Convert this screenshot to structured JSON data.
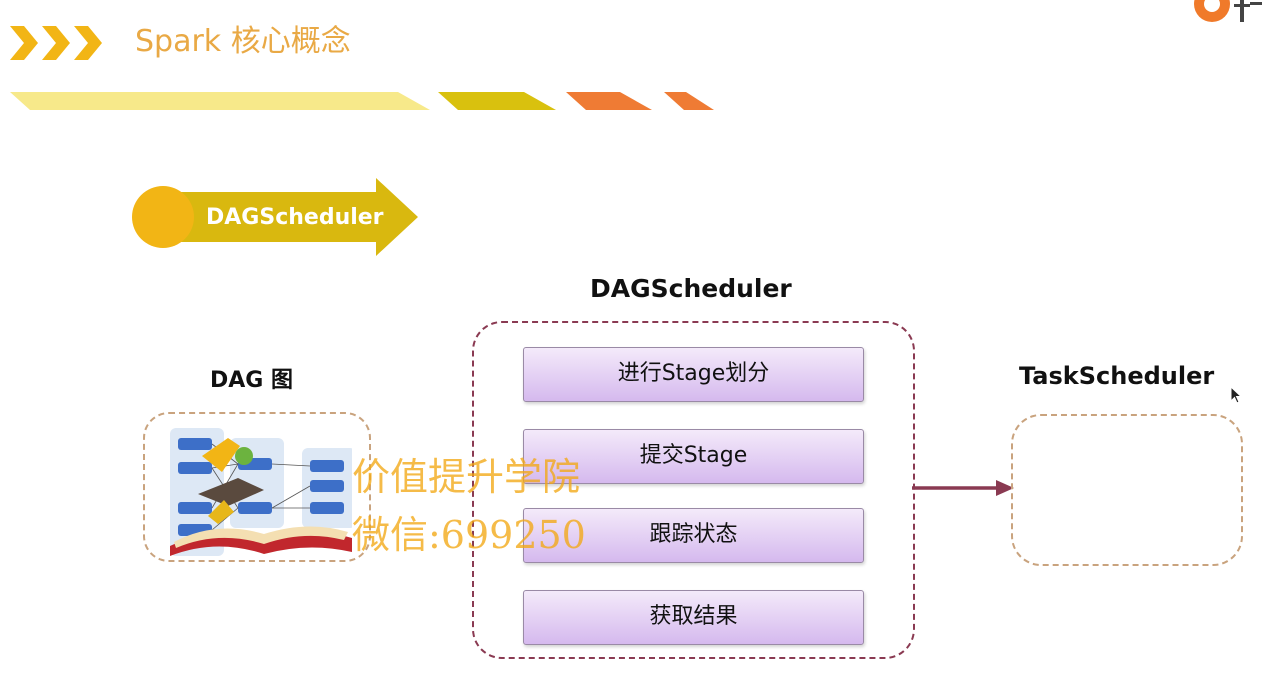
{
  "slide": {
    "title": "Spark 核心概念",
    "section_label": "DAGScheduler"
  },
  "dag": {
    "title": "DAG 图"
  },
  "scheduler": {
    "title": "DAGScheduler",
    "steps": [
      "进行Stage划分",
      "提交Stage",
      "跟踪状态",
      "获取结果"
    ]
  },
  "task_scheduler": {
    "title": "TaskScheduler"
  },
  "watermark": {
    "line1": "价值提升学院",
    "line2": "微信:699250"
  },
  "colors": {
    "title_orange": "#e9a945",
    "section_yellow": "#f2b515",
    "arrow_olive": "#d9b80f",
    "scheduler_border": "#8a3a52",
    "dashed_tan": "#c9a37e",
    "step_purple": "#d5b9ee"
  }
}
